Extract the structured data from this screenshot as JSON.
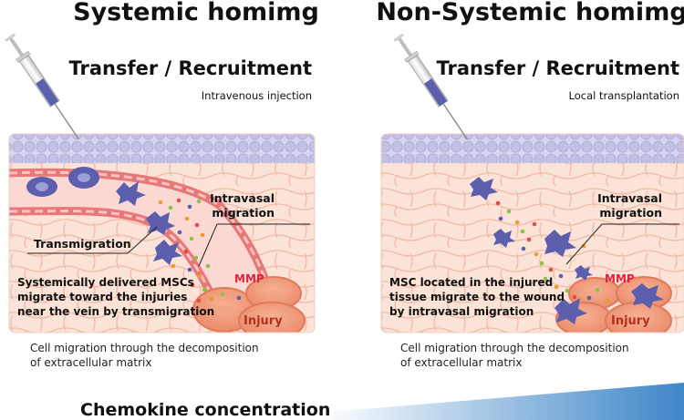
{
  "left": {
    "heading": "Systemic homimg",
    "subheading": "Transfer / Recruitment",
    "method": "Intravenous injection",
    "label_intravasal": [
      "Intravasal",
      "migration"
    ],
    "label_transmigration": "Transmigration",
    "description": [
      "Systemically delivered MSCs",
      "migrate toward the injuries",
      "near the vein by transmigration"
    ],
    "label_mmp": "MMP",
    "label_injury": "Injury",
    "caption": [
      "Cell migration through the decomposition",
      "of extracellular matrix"
    ]
  },
  "right": {
    "heading": "Non-Systemic homimg",
    "subheading": "Transfer / Recruitment",
    "method": "Local transplantation",
    "label_intravasal": [
      "Intravasal",
      "migration"
    ],
    "description": [
      "MSC located in the injured",
      "tissue migrate to the wound",
      "by intravasal migration"
    ],
    "label_mmp": "MMP",
    "label_injury": "Injury",
    "caption": [
      "Cell migration through the decomposition",
      "of extracellular matrix"
    ]
  },
  "footer": {
    "label": "Chemokine concentration"
  },
  "colors": {
    "tissue": "#f9dcd0",
    "cell_outline": "#f3b7a6",
    "membrane": "#c5c4e8",
    "vessel": "#e6787a",
    "msc": "#5b5fae",
    "injury": "#ee9a7c",
    "mmp_text": "#e2213f",
    "gradient_end": "#3e86c8"
  }
}
